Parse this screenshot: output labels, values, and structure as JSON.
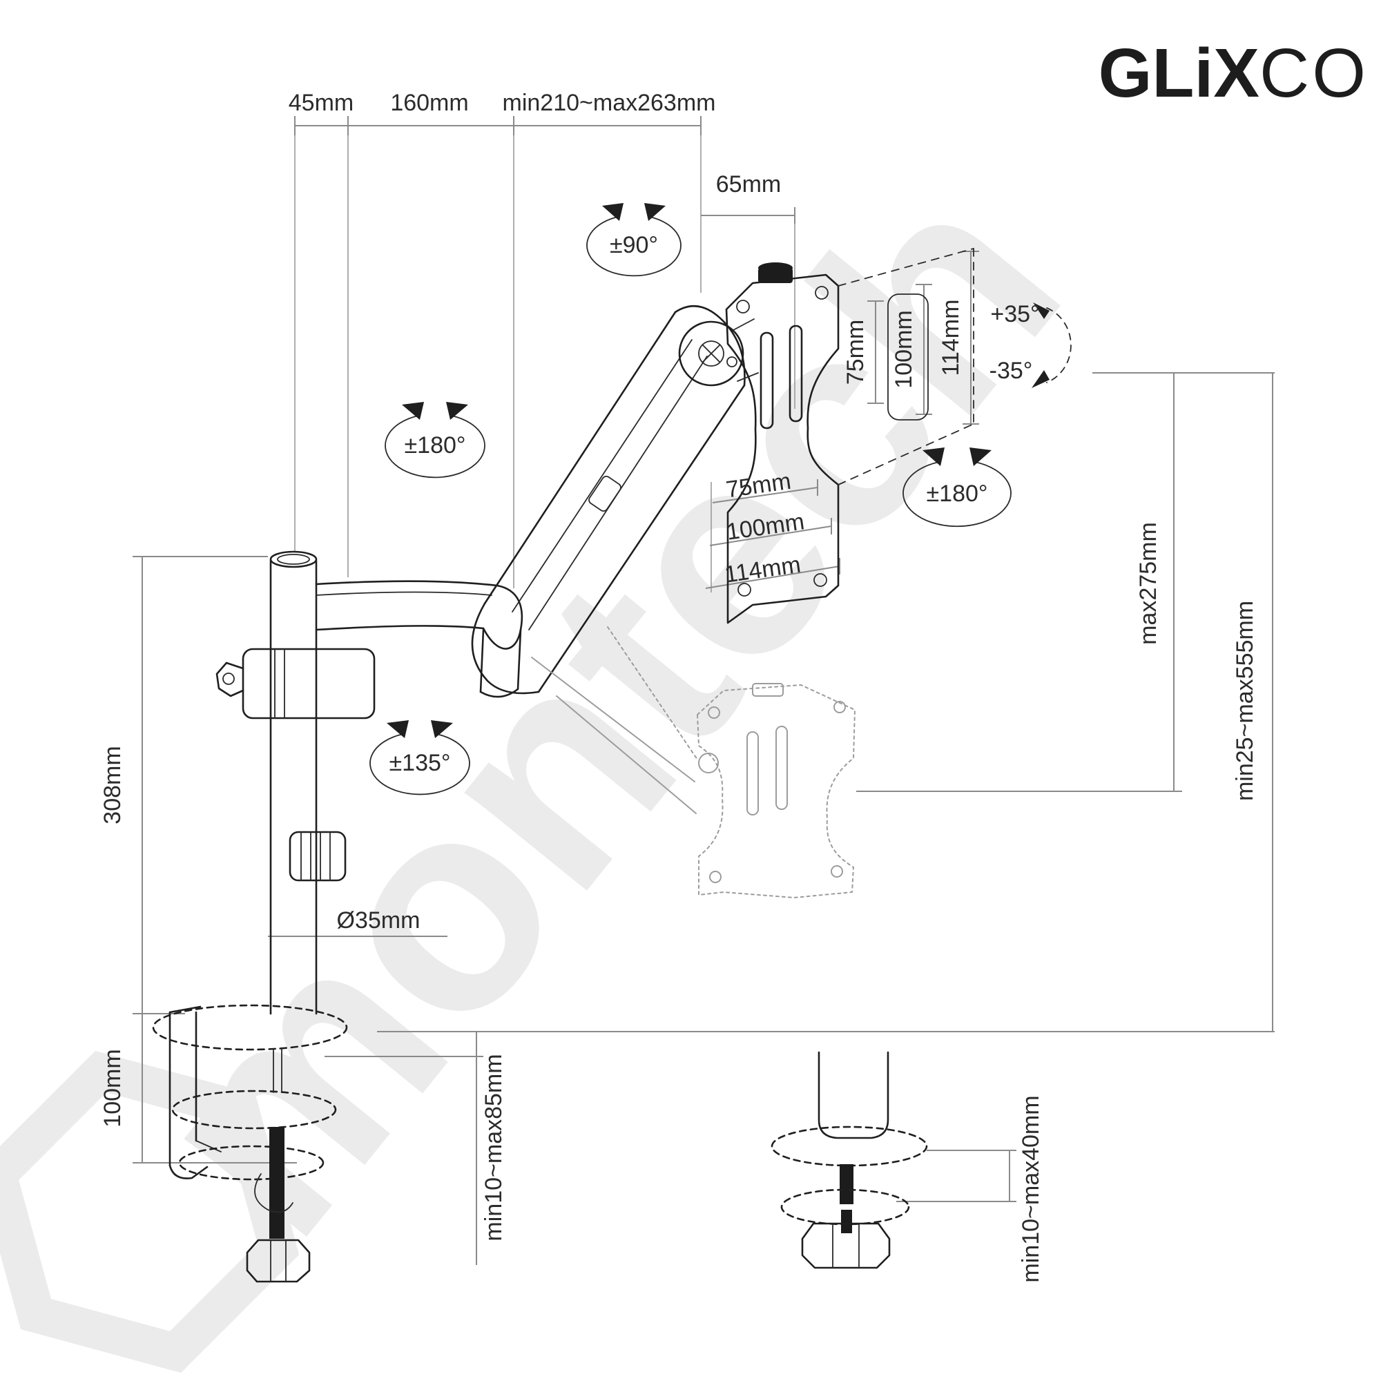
{
  "brand": {
    "bold": "GLiX",
    "light": "CO"
  },
  "watermark": "montech",
  "colors": {
    "line": "#1f1f1f",
    "dimension_line": "#8a8a8a",
    "faded_part": "#9c9c9c",
    "watermark": "#ebebeb",
    "logo": "#1d1d1d",
    "background": "#ffffff"
  },
  "dimensions": {
    "pole_offset": "45mm",
    "arm_link": "160mm",
    "arm_reach": "min210~max263mm",
    "head_offset": "65mm",
    "vesa_75_vertical": "75mm",
    "vesa_100_vertical": "100mm",
    "vesa_114_vertical": "114mm",
    "vesa_75_horizontal": "75mm",
    "vesa_100_horizontal": "100mm",
    "vesa_114_horizontal": "114mm",
    "pole_height": "308mm",
    "clamp_height": "100mm",
    "pole_diameter": "Ø35mm",
    "lift_range": "max275mm",
    "height_range": "min25~max555mm",
    "clamp_thickness": "min10~max85mm",
    "grommet_thickness": "min10~max40mm"
  },
  "angles": {
    "swivel_head": "±90°",
    "rotate_arm": "±180°",
    "rotate_plate": "±180°",
    "rotate_base": "±135°",
    "tilt_up": "+35°",
    "tilt_down": "-35°"
  }
}
